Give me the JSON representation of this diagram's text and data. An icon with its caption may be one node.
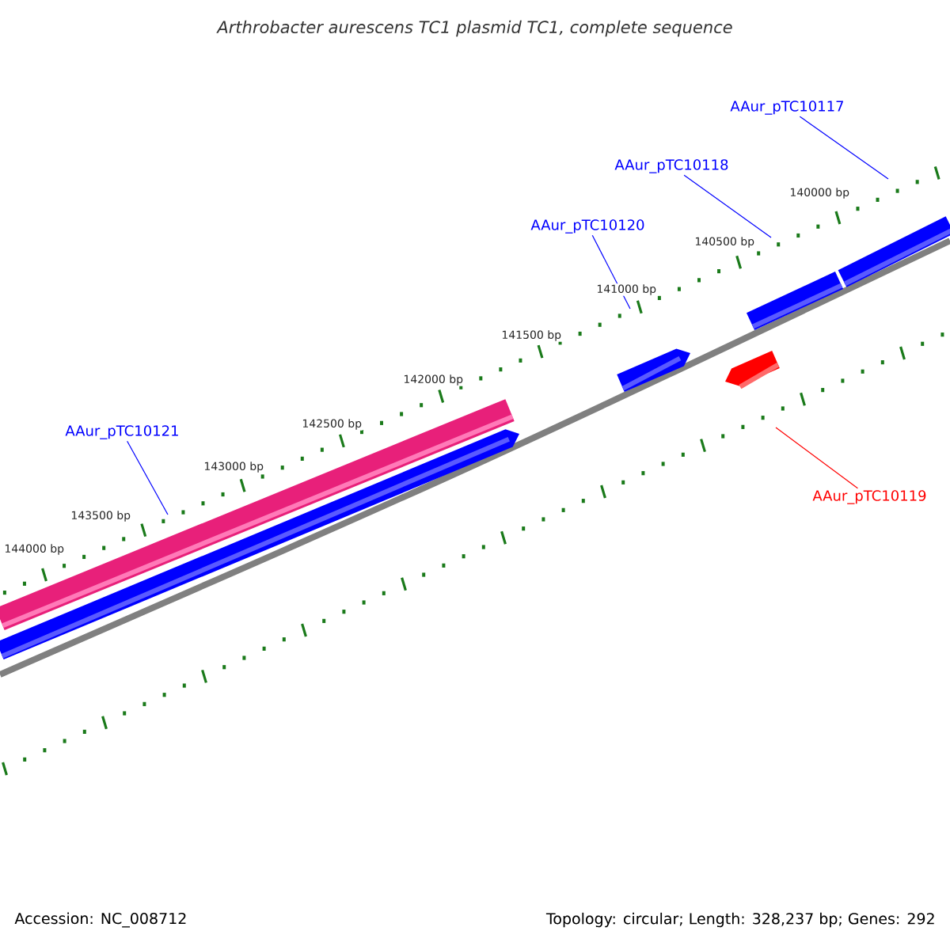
{
  "diagram": {
    "title": "Arthrobacter aurescens TC1 plasmid TC1, complete sequence",
    "nodes": [
      {
        "text": [
          "AAur_pTC10117"
        ]
      },
      {
        "text": [
          "AAur_pTC10118"
        ]
      },
      {
        "text": [
          "AAur_pTC10120"
        ]
      },
      {
        "text": [
          "AAur_pTC10121"
        ]
      },
      {
        "text": [
          "AAur_pTC10119"
        ]
      }
    ],
    "edges": [
      {
        "from": 0,
        "to": null,
        "arrow": "none"
      },
      {
        "from": 1,
        "to": null,
        "arrow": "none"
      },
      {
        "from": 2,
        "to": null,
        "arrow": "none"
      },
      {
        "from": 3,
        "to": null,
        "arrow": "none"
      },
      {
        "from": 4,
        "to": null,
        "arrow": "none",
        "color": "#ff0000"
      }
    ],
    "labels": [
      "140000 bp",
      "140500 bp",
      "141000 bp",
      "141500 bp",
      "142000 bp",
      "142500 bp",
      "143000 bp",
      "143500 bp",
      "144000 bp",
      "Accession: NC_008712",
      "Topology: circular; Length: 328,237 bp; Genes: 292"
    ]
  }
}
